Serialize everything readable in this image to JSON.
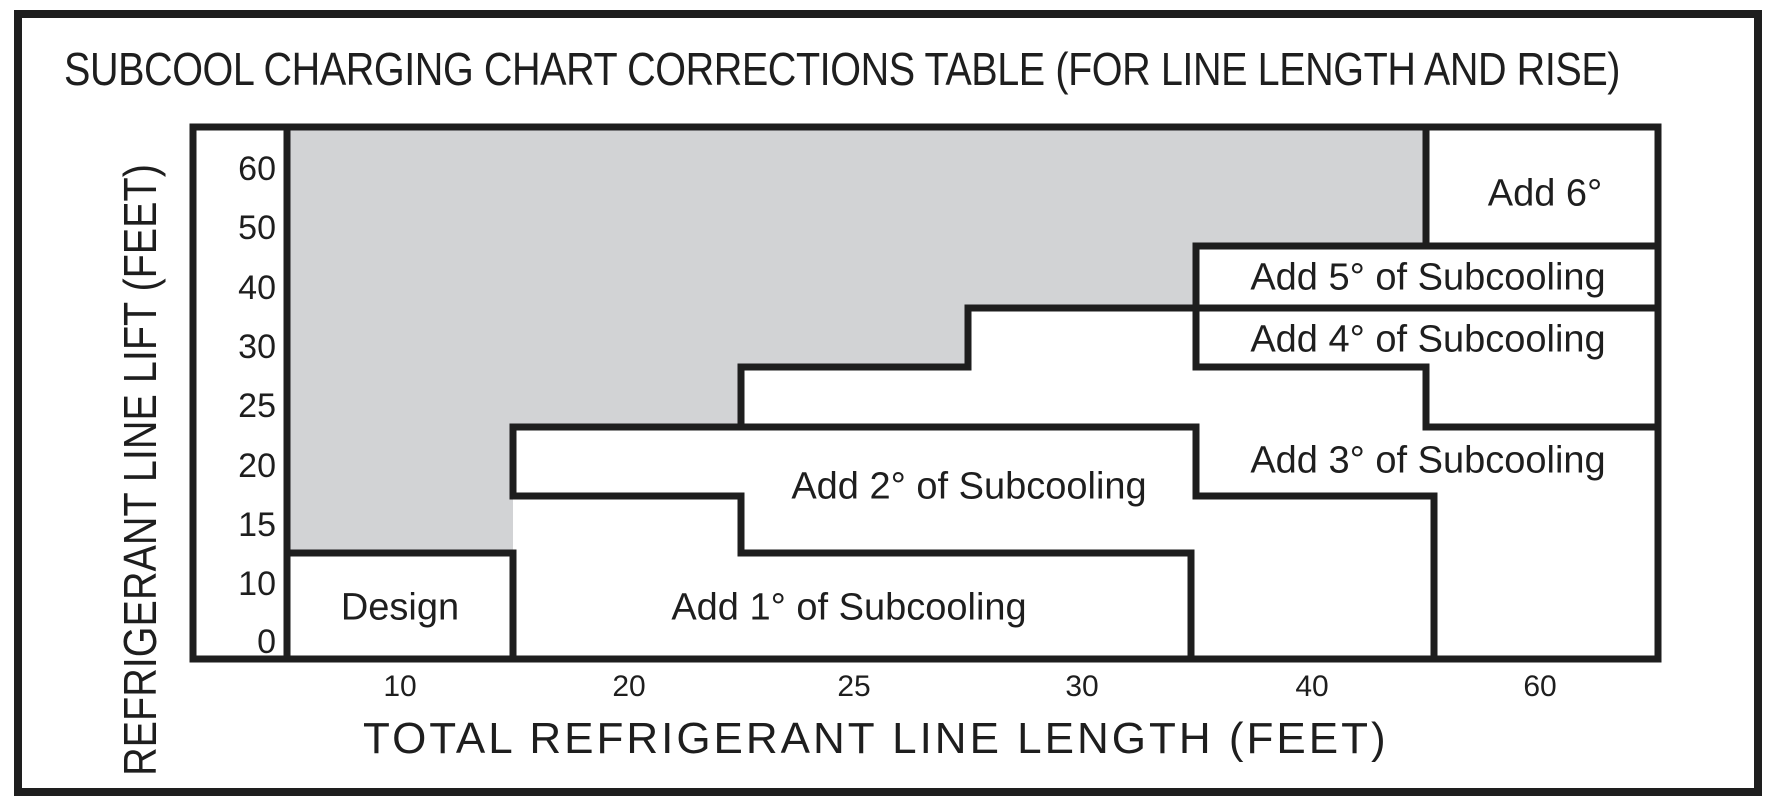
{
  "title": "SUBCOOL CHARGING CHART CORRECTIONS TABLE  (FOR LINE LENGTH AND RISE)",
  "y_axis_label": "REFRIGERANT LINE LIFT (FEET)",
  "x_axis_label": "TOTAL REFRIGERANT LINE LENGTH  (FEET)",
  "y_ticks": [
    "60",
    "50",
    "40",
    "30",
    "25",
    "20",
    "15",
    "10",
    "0"
  ],
  "x_ticks": [
    "10",
    "20",
    "25",
    "30",
    "40",
    "60"
  ],
  "zones": {
    "design": "Design",
    "add1": "Add 1° of Subcooling",
    "add2": "Add 2° of Subcooling",
    "add3": "Add 3° of Subcooling",
    "add4": "Add 4° of Subcooling",
    "add5": "Add 5° of Subcooling",
    "add6": "Add 6°"
  },
  "colors": {
    "line": "#1e1e1e",
    "not_allowed_fill": "#d2d3d5",
    "background": "#ffffff"
  }
}
